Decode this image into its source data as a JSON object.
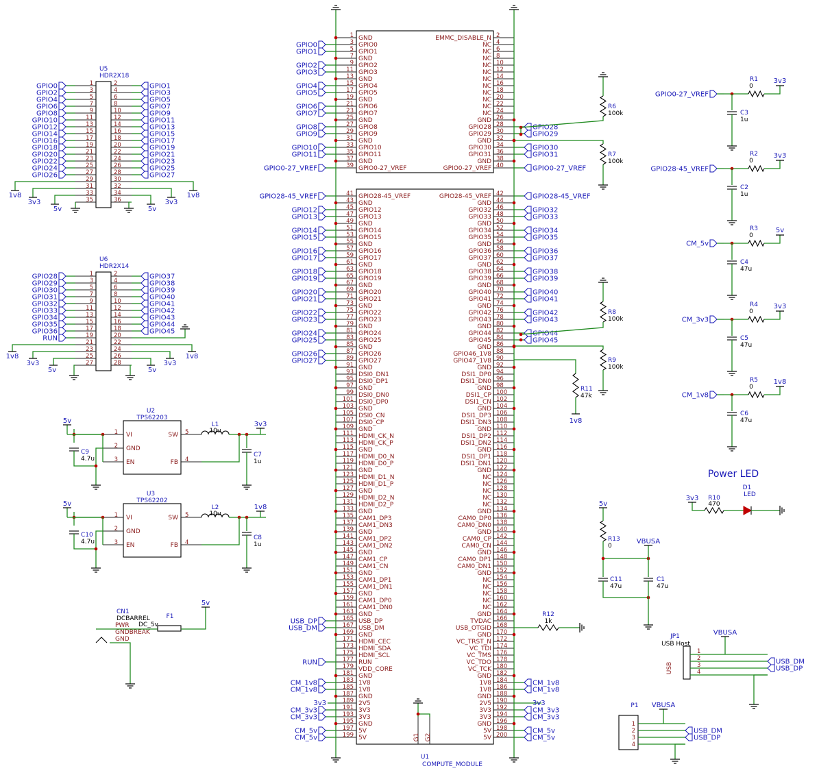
{
  "title": "Power LED",
  "u1": {
    "ref": "U1",
    "value": "COMPUTE_MODULE",
    "top_left": [
      [
        "1",
        "GND"
      ],
      [
        "3",
        "GPIO0"
      ],
      [
        "5",
        "GPIO1"
      ],
      [
        "7",
        "GND"
      ],
      [
        "9",
        "GPIO2"
      ],
      [
        "11",
        "GPIO3"
      ],
      [
        "13",
        "GND"
      ],
      [
        "15",
        "GPIO4"
      ],
      [
        "17",
        "GPIO5"
      ],
      [
        "19",
        "GND"
      ],
      [
        "21",
        "GPIO6"
      ],
      [
        "23",
        "GPIO7"
      ],
      [
        "25",
        "GND"
      ],
      [
        "27",
        "GPIO8"
      ],
      [
        "29",
        "GPIO9"
      ],
      [
        "31",
        "GND"
      ],
      [
        "33",
        "GPIO10"
      ],
      [
        "35",
        "GPIO11"
      ],
      [
        "37",
        "GND"
      ],
      [
        "39",
        "GPIO0-27_VREF"
      ]
    ],
    "top_right": [
      [
        "2",
        "EMMC_DISABLE_N"
      ],
      [
        "4",
        "NC"
      ],
      [
        "6",
        "NC"
      ],
      [
        "8",
        "NC"
      ],
      [
        "10",
        "NC"
      ],
      [
        "12",
        "NC"
      ],
      [
        "14",
        "NC"
      ],
      [
        "16",
        "NC"
      ],
      [
        "18",
        "NC"
      ],
      [
        "20",
        "NC"
      ],
      [
        "22",
        "NC"
      ],
      [
        "24",
        "NC"
      ],
      [
        "26",
        "GND"
      ],
      [
        "28",
        "GPIO28"
      ],
      [
        "30",
        "GPIO29"
      ],
      [
        "32",
        "GND"
      ],
      [
        "34",
        "GPIO30"
      ],
      [
        "36",
        "GPIO31"
      ],
      [
        "38",
        "GND"
      ],
      [
        "40",
        "GPIO0-27_VREF"
      ]
    ],
    "bot_left": [
      [
        "41",
        "GPIO28-45_VREF"
      ],
      [
        "43",
        "GND"
      ],
      [
        "45",
        "GPIO12"
      ],
      [
        "47",
        "GPIO13"
      ],
      [
        "49",
        "GND"
      ],
      [
        "51",
        "GPIO14"
      ],
      [
        "53",
        "GPIO15"
      ],
      [
        "55",
        "GND"
      ],
      [
        "57",
        "GPIO16"
      ],
      [
        "59",
        "GPIO17"
      ],
      [
        "61",
        "GND"
      ],
      [
        "63",
        "GPIO18"
      ],
      [
        "65",
        "GPIO19"
      ],
      [
        "67",
        "GND"
      ],
      [
        "69",
        "GPIO20"
      ],
      [
        "71",
        "GPIO21"
      ],
      [
        "73",
        "GND"
      ],
      [
        "75",
        "GPIO22"
      ],
      [
        "77",
        "GPIO23"
      ],
      [
        "79",
        "GND"
      ],
      [
        "81",
        "GPIO24"
      ],
      [
        "83",
        "GPIO25"
      ],
      [
        "85",
        "GND"
      ],
      [
        "87",
        "GPIO26"
      ],
      [
        "89",
        "GPIO27"
      ],
      [
        "91",
        "GND"
      ],
      [
        "93",
        "DSI0_DN1"
      ],
      [
        "95",
        "DSI0_DP1"
      ],
      [
        "97",
        "GND"
      ],
      [
        "99",
        "DSI0_DN0"
      ],
      [
        "101",
        "DSI0_DP0"
      ],
      [
        "103",
        "GND"
      ],
      [
        "105",
        "DSI0_CN"
      ],
      [
        "107",
        "DSI0_CP"
      ],
      [
        "109",
        "GND"
      ],
      [
        "111",
        "HDMI_CK_N"
      ],
      [
        "113",
        "HDMI_CK_P"
      ],
      [
        "115",
        "GND"
      ],
      [
        "117",
        "HDMI_D0_N"
      ],
      [
        "119",
        "HDMI_D0_P"
      ],
      [
        "121",
        "GND"
      ],
      [
        "123",
        "HDMI_D1_N"
      ],
      [
        "125",
        "HDMI_D1_P"
      ],
      [
        "127",
        "GND"
      ],
      [
        "129",
        "HDMI_D2_N"
      ],
      [
        "131",
        "HDMI_D2_P"
      ],
      [
        "133",
        "GND"
      ],
      [
        "135",
        "CAM1_DP3"
      ],
      [
        "137",
        "CAM1_DN3"
      ],
      [
        "139",
        "GND"
      ],
      [
        "141",
        "CAM1_DP2"
      ],
      [
        "143",
        "CAM1_DN2"
      ],
      [
        "145",
        "GND"
      ],
      [
        "147",
        "CAM1_CP"
      ],
      [
        "149",
        "CAM1_CN"
      ],
      [
        "151",
        "GND"
      ],
      [
        "153",
        "CAM1_DP1"
      ],
      [
        "155",
        "CAM1_DN1"
      ],
      [
        "157",
        "GND"
      ],
      [
        "159",
        "CAM1_DP0"
      ],
      [
        "161",
        "CAM1_DN0"
      ],
      [
        "163",
        "GND"
      ],
      [
        "165",
        "USB_DP"
      ],
      [
        "167",
        "USB_DM"
      ],
      [
        "169",
        "GND"
      ],
      [
        "171",
        "HDMI_CEC"
      ],
      [
        "173",
        "HDMI_SDA"
      ],
      [
        "175",
        "HDMI_SCL"
      ],
      [
        "177",
        "RUN"
      ],
      [
        "179",
        "VDD_CORE"
      ],
      [
        "181",
        "GND"
      ],
      [
        "183",
        "1V8"
      ],
      [
        "185",
        "1V8"
      ],
      [
        "187",
        "GND"
      ],
      [
        "189",
        "2V5"
      ],
      [
        "191",
        "3V3"
      ],
      [
        "193",
        "3V3"
      ],
      [
        "195",
        "GND"
      ],
      [
        "197",
        "5V"
      ],
      [
        "199",
        "5V"
      ]
    ],
    "bot_right": [
      [
        "42",
        "GPIO28-45_VREF"
      ],
      [
        "44",
        "GND"
      ],
      [
        "46",
        "GPIO32"
      ],
      [
        "48",
        "GPIO33"
      ],
      [
        "50",
        "GND"
      ],
      [
        "52",
        "GPIO34"
      ],
      [
        "54",
        "GPIO35"
      ],
      [
        "56",
        "GND"
      ],
      [
        "58",
        "GPIO36"
      ],
      [
        "60",
        "GPIO37"
      ],
      [
        "62",
        "GND"
      ],
      [
        "64",
        "GPIO38"
      ],
      [
        "66",
        "GPIO39"
      ],
      [
        "68",
        "GND"
      ],
      [
        "70",
        "GPIO40"
      ],
      [
        "72",
        "GPIO41"
      ],
      [
        "74",
        "GND"
      ],
      [
        "76",
        "GPIO42"
      ],
      [
        "78",
        "GPIO43"
      ],
      [
        "80",
        "GND"
      ],
      [
        "82",
        "GPIO44"
      ],
      [
        "84",
        "GPIO45"
      ],
      [
        "86",
        "GND"
      ],
      [
        "88",
        "GPIO46_1V8"
      ],
      [
        "90",
        "GPIO47_1V8"
      ],
      [
        "92",
        "GND"
      ],
      [
        "94",
        "DSI1_DP0"
      ],
      [
        "96",
        "DSI1_DN0"
      ],
      [
        "98",
        "GND"
      ],
      [
        "100",
        "DSI1_CP"
      ],
      [
        "102",
        "DSI1_CN"
      ],
      [
        "104",
        "GND"
      ],
      [
        "106",
        "DSI1_DP3"
      ],
      [
        "108",
        "DSI1_DN3"
      ],
      [
        "110",
        "GND"
      ],
      [
        "112",
        "DSI1_DP2"
      ],
      [
        "114",
        "DSI1_DN2"
      ],
      [
        "116",
        "GND"
      ],
      [
        "118",
        "DSI1_DP1"
      ],
      [
        "120",
        "DSI1_DN1"
      ],
      [
        "122",
        "GND"
      ],
      [
        "124",
        "NC"
      ],
      [
        "126",
        "NC"
      ],
      [
        "128",
        "NC"
      ],
      [
        "130",
        "NC"
      ],
      [
        "132",
        "NC"
      ],
      [
        "134",
        "GND"
      ],
      [
        "136",
        "CAM0_DP0"
      ],
      [
        "138",
        "CAM0_DN0"
      ],
      [
        "140",
        "GND"
      ],
      [
        "142",
        "CAM0_CP"
      ],
      [
        "144",
        "CAM0_CN"
      ],
      [
        "146",
        "GND"
      ],
      [
        "148",
        "CAM0_DP1"
      ],
      [
        "150",
        "CAM0_DN1"
      ],
      [
        "152",
        "GND"
      ],
      [
        "154",
        "NC"
      ],
      [
        "156",
        "NC"
      ],
      [
        "158",
        "NC"
      ],
      [
        "160",
        "NC"
      ],
      [
        "162",
        "NC"
      ],
      [
        "164",
        "GND"
      ],
      [
        "166",
        "TVDAC"
      ],
      [
        "168",
        "USB_OTGID"
      ],
      [
        "170",
        "GND"
      ],
      [
        "172",
        "VC_TRST_N"
      ],
      [
        "174",
        "VC_TDI"
      ],
      [
        "176",
        "VC_TMS"
      ],
      [
        "178",
        "VC_TDO"
      ],
      [
        "180",
        "VC_TCK"
      ],
      [
        "182",
        "GND"
      ],
      [
        "184",
        "1V8"
      ],
      [
        "186",
        "1V8"
      ],
      [
        "188",
        "GND"
      ],
      [
        "190",
        "2V5"
      ],
      [
        "192",
        "3V3"
      ],
      [
        "194",
        "3V3"
      ],
      [
        "196",
        "GND"
      ],
      [
        "198",
        "5V"
      ],
      [
        "200",
        "5V"
      ]
    ],
    "g_pins": [
      "G1",
      "G2"
    ]
  },
  "u1_labels_left": [
    [
      "3",
      "GPIO0"
    ],
    [
      "5",
      "GPIO1"
    ],
    [
      "9",
      "GPIO2"
    ],
    [
      "11",
      "GPIO3"
    ],
    [
      "15",
      "GPIO4"
    ],
    [
      "17",
      "GPIO5"
    ],
    [
      "21",
      "GPIO6"
    ],
    [
      "23",
      "GPIO7"
    ],
    [
      "27",
      "GPIO8"
    ],
    [
      "29",
      "GPIO9"
    ],
    [
      "33",
      "GPIO10"
    ],
    [
      "35",
      "GPIO11"
    ],
    [
      "39",
      "GPIO0-27_VREF"
    ],
    [
      "41",
      "GPIO28-45_VREF"
    ],
    [
      "45",
      "GPIO12"
    ],
    [
      "47",
      "GPIO13"
    ],
    [
      "51",
      "GPIO14"
    ],
    [
      "53",
      "GPIO15"
    ],
    [
      "57",
      "GPIO16"
    ],
    [
      "59",
      "GPIO17"
    ],
    [
      "63",
      "GPIO18"
    ],
    [
      "65",
      "GPIO19"
    ],
    [
      "69",
      "GPIO20"
    ],
    [
      "71",
      "GPIO21"
    ],
    [
      "75",
      "GPIO22"
    ],
    [
      "77",
      "GPIO23"
    ],
    [
      "81",
      "GPIO24"
    ],
    [
      "83",
      "GPIO25"
    ],
    [
      "87",
      "GPIO26"
    ],
    [
      "89",
      "GPIO27"
    ],
    [
      "165",
      "USB_DP"
    ],
    [
      "167",
      "USB_DM"
    ],
    [
      "177",
      "RUN"
    ],
    [
      "183",
      "CM_1v8"
    ],
    [
      "185",
      "CM_1v8"
    ],
    [
      "191",
      "CM_3v3"
    ],
    [
      "193",
      "CM_3v3"
    ],
    [
      "197",
      "CM_5v"
    ],
    [
      "199",
      "CM_5v"
    ]
  ],
  "u1_labels_right": [
    [
      "28",
      "GPIO28"
    ],
    [
      "30",
      "GPIO29"
    ],
    [
      "34",
      "GPIO30"
    ],
    [
      "36",
      "GPIO31"
    ],
    [
      "40",
      "GPIO0-27_VREF"
    ],
    [
      "42",
      "GPIO28-45_VREF"
    ],
    [
      "46",
      "GPIO32"
    ],
    [
      "48",
      "GPIO33"
    ],
    [
      "52",
      "GPIO34"
    ],
    [
      "54",
      "GPIO35"
    ],
    [
      "58",
      "GPIO36"
    ],
    [
      "60",
      "GPIO37"
    ],
    [
      "64",
      "GPIO38"
    ],
    [
      "66",
      "GPIO39"
    ],
    [
      "70",
      "GPIO40"
    ],
    [
      "72",
      "GPIO41"
    ],
    [
      "76",
      "GPIO42"
    ],
    [
      "78",
      "GPIO43"
    ],
    [
      "82",
      "GPIO44"
    ],
    [
      "84",
      "GPIO45"
    ],
    [
      "184",
      "CM_1v8"
    ],
    [
      "186",
      "CM_1v8"
    ],
    [
      "192",
      "CM_3v3"
    ],
    [
      "194",
      "CM_3v3"
    ],
    [
      "198",
      "CM_5v"
    ],
    [
      "200",
      "CM_5v"
    ]
  ],
  "u1_text_right_plain": [
    [
      "190",
      "3v3"
    ]
  ],
  "u1_text_left_plain": [
    [
      "189",
      "3v3"
    ]
  ],
  "u5": {
    "ref": "U5",
    "value": "HDR2X18",
    "rows": [
      [
        "GPIO0",
        "1",
        "2",
        "GPIO1"
      ],
      [
        "GPIO2",
        "3",
        "4",
        "GPIO3"
      ],
      [
        "GPIO4",
        "5",
        "6",
        "GPIO5"
      ],
      [
        "GPIO6",
        "7",
        "8",
        "GPIO7"
      ],
      [
        "GPIO8",
        "9",
        "10",
        "GPIO9"
      ],
      [
        "GPIO10",
        "11",
        "12",
        "GPIO11"
      ],
      [
        "GPIO12",
        "13",
        "14",
        "GPIO13"
      ],
      [
        "GPIO14",
        "15",
        "16",
        "GPIO15"
      ],
      [
        "GPIO16",
        "17",
        "18",
        "GPIO17"
      ],
      [
        "GPIO18",
        "19",
        "20",
        "GPIO19"
      ],
      [
        "GPIO20",
        "21",
        "22",
        "GPIO21"
      ],
      [
        "GPIO22",
        "23",
        "24",
        "GPIO23"
      ],
      [
        "GPIO24",
        "25",
        "26",
        "GPIO25"
      ],
      [
        "GPIO26",
        "27",
        "28",
        "GPIO27"
      ],
      [
        "",
        "29",
        "30",
        ""
      ],
      [
        "",
        "31",
        "32",
        ""
      ],
      [
        "",
        "33",
        "34",
        ""
      ],
      [
        "",
        "35",
        "36",
        ""
      ]
    ],
    "power": [
      "1v8",
      "3v3",
      "5v",
      "1v8",
      "3v3",
      "5v"
    ]
  },
  "u6": {
    "ref": "U6",
    "value": "HDR2X14",
    "rows": [
      [
        "GPIO28",
        "1",
        "2",
        "GPIO37"
      ],
      [
        "GPIO29",
        "3",
        "4",
        "GPIO38"
      ],
      [
        "GPIO30",
        "5",
        "6",
        "GPIO39"
      ],
      [
        "GPIO31",
        "7",
        "8",
        "GPIO40"
      ],
      [
        "GPIO32",
        "9",
        "10",
        "GPIO41"
      ],
      [
        "GPIO33",
        "11",
        "12",
        "GPIO42"
      ],
      [
        "GPIO34",
        "13",
        "14",
        "GPIO43"
      ],
      [
        "GPIO35",
        "15",
        "16",
        "GPIO44"
      ],
      [
        "GPIO36",
        "17",
        "18",
        "GPIO45"
      ],
      [
        "RUN",
        "19",
        "20",
        ""
      ],
      [
        "",
        "21",
        "22",
        ""
      ],
      [
        "",
        "23",
        "24",
        ""
      ],
      [
        "",
        "25",
        "26",
        ""
      ],
      [
        "",
        "27",
        "28",
        ""
      ]
    ],
    "power": [
      "1v8",
      "3v3",
      "5v",
      "1v8",
      "3v3",
      "5v"
    ]
  },
  "u2": {
    "ref": "U2",
    "value": "TPS62203",
    "pins": [
      "VI",
      "GND",
      "EN",
      "SW",
      "FB"
    ],
    "nums": [
      "1",
      "2",
      "3",
      "5",
      "4"
    ],
    "l_ref": "L1",
    "l_val": "10u",
    "cin_ref": "C9",
    "cin_val": "4.7u",
    "cout_ref": "C7",
    "cout_val": "1u",
    "vin": "5v",
    "vout": "3v3"
  },
  "u3": {
    "ref": "U3",
    "value": "TPS62202",
    "pins": [
      "VI",
      "GND",
      "EN",
      "SW",
      "FB"
    ],
    "nums": [
      "1",
      "2",
      "3",
      "5",
      "4"
    ],
    "l_ref": "L2",
    "l_val": "10u",
    "cin_ref": "C10",
    "cin_val": "4.7u",
    "cout_ref": "C8",
    "cout_val": "1u",
    "vin": "5v",
    "vout": "1v8"
  },
  "cn1": {
    "ref": "CN1",
    "value": "DCBARREL",
    "pins": [
      "PWR",
      "GNDBREAK",
      "GND"
    ],
    "net": "DC_5v",
    "fuse": "F1",
    "supply": "5v"
  },
  "rails": [
    {
      "label": "GPIO0-27_VREF",
      "r": "R1",
      "rv": "0",
      "c": "C3",
      "cv": "1u",
      "supply": "3v3"
    },
    {
      "label": "GPIO28-45_VREF",
      "r": "R2",
      "rv": "0",
      "c": "C2",
      "cv": "1u",
      "supply": "3v3"
    },
    {
      "label": "CM_5v",
      "r": "R3",
      "rv": "0",
      "c": "C4",
      "cv": "47u",
      "supply": "5v"
    },
    {
      "label": "CM_3v3",
      "r": "R4",
      "rv": "0",
      "c": "C5",
      "cv": "47u",
      "supply": "3v3"
    },
    {
      "label": "CM_1v8",
      "r": "R5",
      "rv": "0",
      "c": "C6",
      "cv": "47u",
      "supply": "1v8"
    }
  ],
  "pullups": [
    {
      "ref": "R6",
      "val": "100k"
    },
    {
      "ref": "R7",
      "val": "100k"
    },
    {
      "ref": "R8",
      "val": "100k"
    },
    {
      "ref": "R9",
      "val": "100k"
    },
    {
      "ref": "R11",
      "val": "47k"
    },
    {
      "ref": "R12",
      "val": "1k"
    }
  ],
  "r11_supply": "1v8",
  "led": {
    "ref": "D1",
    "value": "LED",
    "r": "R10",
    "rv": "470",
    "supply": "3v3"
  },
  "vbus": {
    "r": "R13",
    "rv": "0",
    "c1": "C11",
    "c1v": "47u",
    "c2": "C1",
    "c2v": "47u",
    "supply": "5v",
    "net": "VBUSA"
  },
  "jp1": {
    "ref": "JP1",
    "value": "USB Host",
    "side": "USB",
    "pins": [
      "1",
      "2",
      "3",
      "4"
    ],
    "net": "VBUSA",
    "labels": [
      "USB_DM",
      "USB_DP"
    ]
  },
  "p1": {
    "ref": "P1",
    "pins": [
      "1",
      "2",
      "3",
      "4"
    ],
    "net": "VBUSA",
    "labels": [
      "USB_DM",
      "USB_DP"
    ]
  }
}
